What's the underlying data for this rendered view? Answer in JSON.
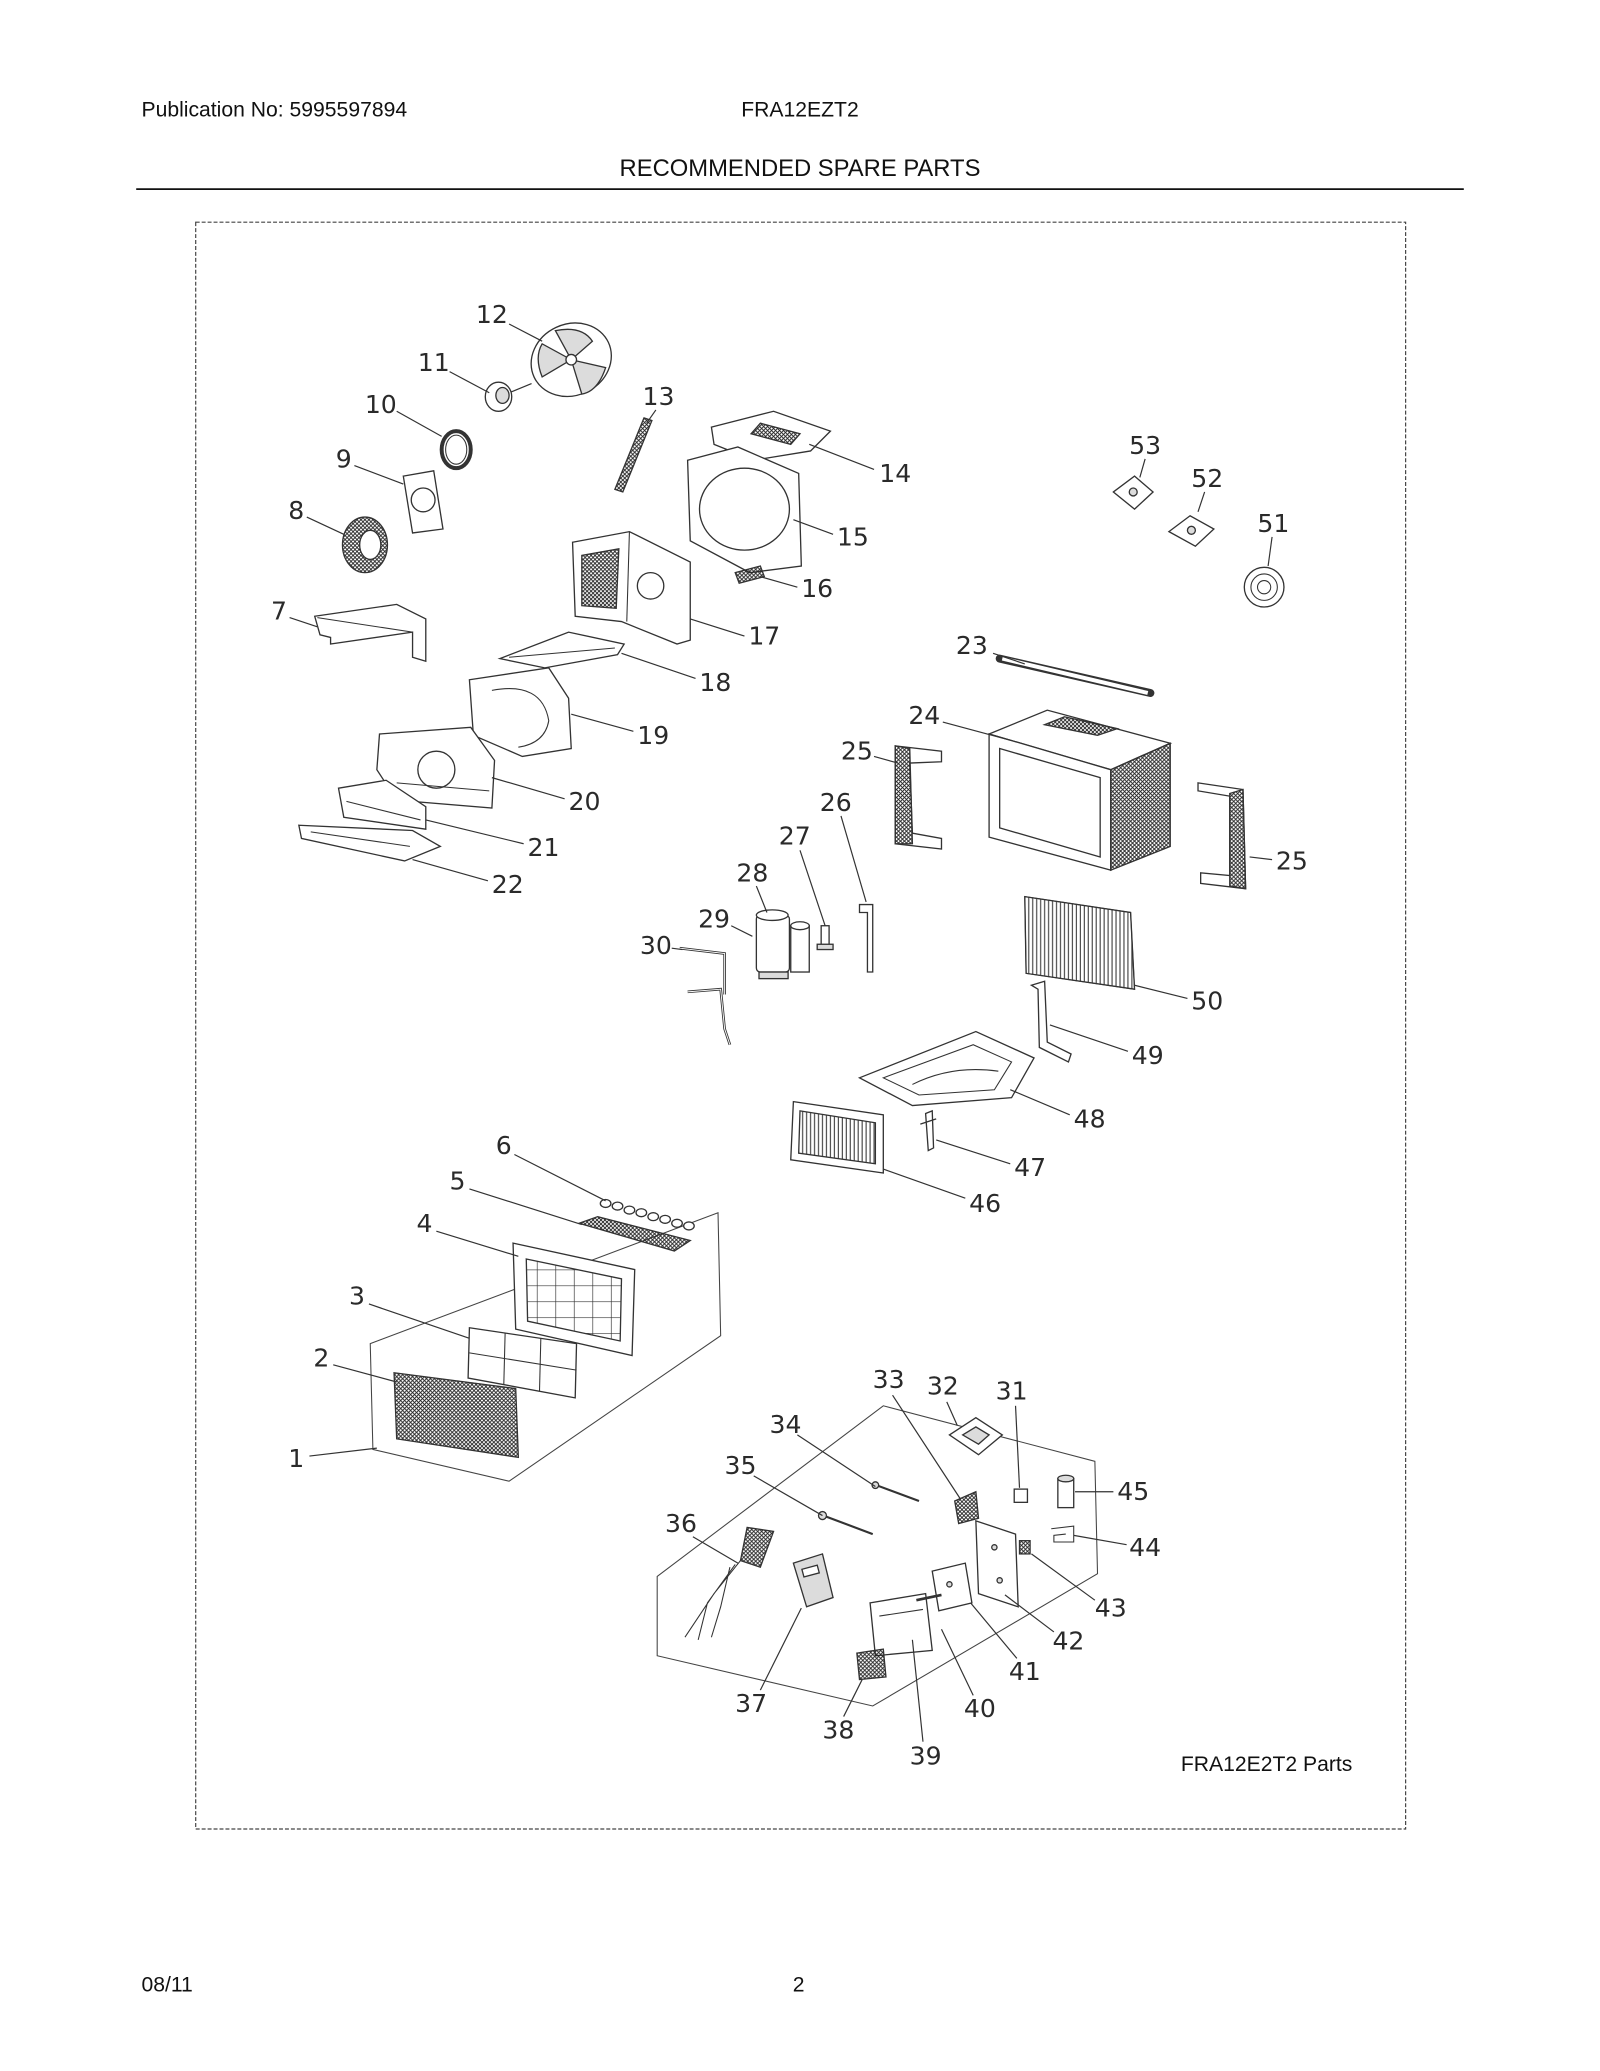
{
  "header": {
    "publication": "Publication No: 5995597894",
    "model": "FRA12EZT2",
    "section_title": "RECOMMENDED SPARE PARTS"
  },
  "diagram": {
    "caption": "FRA12E2T2 Parts",
    "callouts": [
      "1",
      "2",
      "3",
      "4",
      "5",
      "6",
      "7",
      "8",
      "9",
      "10",
      "11",
      "12",
      "13",
      "14",
      "15",
      "16",
      "17",
      "18",
      "19",
      "20",
      "21",
      "22",
      "23",
      "24",
      "25",
      "26",
      "27",
      "28",
      "29",
      "30",
      "31",
      "32",
      "33",
      "34",
      "35",
      "36",
      "37",
      "38",
      "39",
      "40",
      "41",
      "42",
      "43",
      "44",
      "45",
      "46",
      "47",
      "48",
      "49",
      "50",
      "51",
      "52",
      "53"
    ]
  },
  "footer": {
    "date": "08/11",
    "page": "2"
  }
}
